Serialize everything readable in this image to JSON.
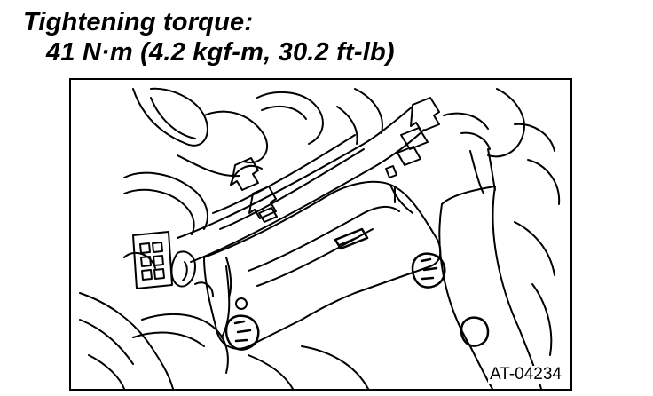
{
  "caption": {
    "title": "Tightening torque:",
    "value": "41 N·m (4.2 kgf-m, 30.2 ft-lb)"
  },
  "figure": {
    "code": "AT-04234"
  }
}
